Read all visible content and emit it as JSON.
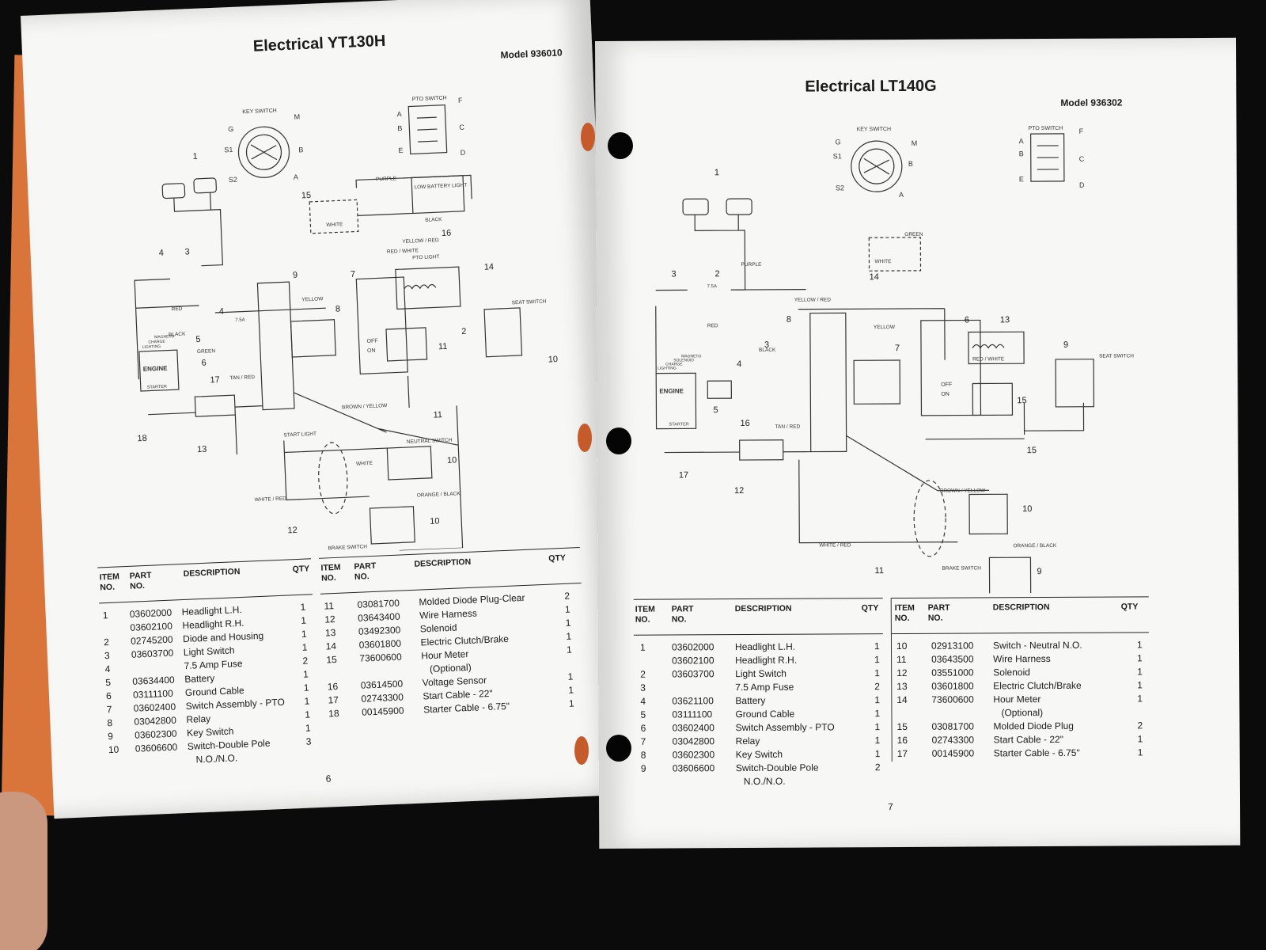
{
  "left_page": {
    "title": "Electrical YT130H",
    "model": "Model 936010",
    "page_number": "6",
    "diagram_labels": {
      "key_switch": "KEY SWITCH",
      "pto_switch": "PTO SWITCH",
      "low_battery_light": "LOW BATTERY LIGHT",
      "purple": "PURPLE",
      "white": "WHITE",
      "black": "BLACK",
      "yellow_red": "YELLOW / RED",
      "red_white": "RED / WHITE",
      "pto_light": "PTO LIGHT",
      "yellow": "YELLOW",
      "red": "RED",
      "green": "GREEN",
      "tan_red": "TAN / RED",
      "brown_yellow": "BROWN / YELLOW",
      "start_light": "START LIGHT",
      "neutral_switch": "NEUTRAL SWITCH",
      "white_red": "WHITE / RED",
      "orange_black": "ORANGE / BLACK",
      "brake_switch": "BRAKE SWITCH",
      "seat_switch": "SEAT SWITCH",
      "engine": "ENGINE",
      "starter": "STARTER",
      "off": "OFF",
      "on": "ON",
      "fuse_75a": "7.5A",
      "lighting": "LIGHTING",
      "charge": "CHARGE",
      "magneto": "MAGNETO",
      "k_g": "G",
      "k_m": "M",
      "k_s1": "S1",
      "k_b": "B",
      "k_s2": "S2",
      "k_a": "A",
      "p_a": "A",
      "p_b": "B",
      "p_c": "C",
      "p_d": "D",
      "p_e": "E",
      "p_f": "F",
      "callouts": [
        "1",
        "2",
        "3",
        "4",
        "4",
        "5",
        "6",
        "7",
        "8",
        "9",
        "10",
        "10",
        "10",
        "11",
        "11",
        "12",
        "13",
        "14",
        "15",
        "16",
        "17",
        "18"
      ]
    },
    "table_headers": {
      "item": "ITEM\nNO.",
      "part": "PART\nNO.",
      "description": "DESCRIPTION",
      "qty": "QTY"
    },
    "parts_col1": [
      {
        "item": "1",
        "part": "03602000",
        "desc": "Headlight L.H.",
        "qty": "1"
      },
      {
        "item": "",
        "part": "03602100",
        "desc": "Headlight R.H.",
        "qty": "1"
      },
      {
        "item": "2",
        "part": "02745200",
        "desc": "Diode and Housing",
        "qty": "1"
      },
      {
        "item": "3",
        "part": "03603700",
        "desc": "Light Switch",
        "qty": "1"
      },
      {
        "item": "4",
        "part": "",
        "desc": "7.5 Amp Fuse",
        "qty": "2"
      },
      {
        "item": "5",
        "part": "03634400",
        "desc": "Battery",
        "qty": "1"
      },
      {
        "item": "6",
        "part": "03111100",
        "desc": "Ground Cable",
        "qty": "1"
      },
      {
        "item": "7",
        "part": "03602400",
        "desc": "Switch Assembly - PTO",
        "qty": "1"
      },
      {
        "item": "8",
        "part": "03042800",
        "desc": "Relay",
        "qty": "1"
      },
      {
        "item": "9",
        "part": "03602300",
        "desc": "Key Switch",
        "qty": "1"
      },
      {
        "item": "10",
        "part": "03606600",
        "desc": "Switch-Double Pole",
        "qty": "3"
      },
      {
        "item": "",
        "part": "",
        "desc": "N.O./N.O.",
        "qty": ""
      }
    ],
    "parts_col2": [
      {
        "item": "11",
        "part": "03081700",
        "desc": "Molded Diode Plug-Clear",
        "qty": "2"
      },
      {
        "item": "12",
        "part": "03643400",
        "desc": "Wire Harness",
        "qty": "1"
      },
      {
        "item": "13",
        "part": "03492300",
        "desc": "Solenoid",
        "qty": "1"
      },
      {
        "item": "14",
        "part": "03601800",
        "desc": "Electric Clutch/Brake",
        "qty": "1"
      },
      {
        "item": "15",
        "part": "73600600",
        "desc": "Hour Meter",
        "qty": "1"
      },
      {
        "item": "",
        "part": "",
        "desc": "(Optional)",
        "qty": ""
      },
      {
        "item": "16",
        "part": "03614500",
        "desc": "Voltage Sensor",
        "qty": "1"
      },
      {
        "item": "17",
        "part": "02743300",
        "desc": "Start Cable - 22\"",
        "qty": "1"
      },
      {
        "item": "18",
        "part": "00145900",
        "desc": "Starter Cable - 6.75\"",
        "qty": "1"
      }
    ]
  },
  "right_page": {
    "title": "Electrical LT140G",
    "model": "Model 936302",
    "page_number": "7",
    "diagram_labels": {
      "key_switch": "KEY SWITCH",
      "pto_switch": "PTO SWITCH",
      "purple": "PURPLE",
      "green": "GREEN",
      "white": "WHITE",
      "yellow_red": "YELLOW / RED",
      "yellow": "YELLOW",
      "red": "RED",
      "black": "BLACK",
      "red_white": "RED / WHITE",
      "tan_red": "TAN / RED",
      "brown_yellow": "BROWN / YELLOW",
      "white_red": "WHITE / RED",
      "orange_black": "ORANGE / BLACK",
      "brake_switch": "BRAKE SWITCH",
      "seat_switch": "SEAT SWITCH",
      "engine": "ENGINE",
      "starter": "STARTER",
      "off": "OFF",
      "on": "ON",
      "fuse_75a": "7.5A",
      "lighting": "LIGHTING",
      "charge": "CHARGE",
      "solenoid": "SOLENOID",
      "magneto": "MAGNETO",
      "k_g": "G",
      "k_m": "M",
      "k_s1": "S1",
      "k_b": "B",
      "k_s2": "S2",
      "k_a": "A",
      "p_a": "A",
      "p_b": "B",
      "p_c": "C",
      "p_d": "D",
      "p_e": "E",
      "p_f": "F",
      "callouts": [
        "1",
        "2",
        "3",
        "3",
        "4",
        "5",
        "6",
        "7",
        "8",
        "9",
        "9",
        "10",
        "11",
        "12",
        "13",
        "14",
        "15",
        "15",
        "16",
        "17"
      ]
    },
    "table_headers": {
      "item": "ITEM\nNO.",
      "part": "PART\nNO.",
      "description": "DESCRIPTION",
      "qty": "QTY"
    },
    "parts_col1": [
      {
        "item": "1",
        "part": "03602000",
        "desc": "Headlight L.H.",
        "qty": "1"
      },
      {
        "item": "",
        "part": "03602100",
        "desc": "Headlight R.H.",
        "qty": "1"
      },
      {
        "item": "2",
        "part": "03603700",
        "desc": "Light Switch",
        "qty": "1"
      },
      {
        "item": "3",
        "part": "",
        "desc": "7.5 Amp Fuse",
        "qty": "2"
      },
      {
        "item": "4",
        "part": "03621100",
        "desc": "Battery",
        "qty": "1"
      },
      {
        "item": "5",
        "part": "03111100",
        "desc": "Ground Cable",
        "qty": "1"
      },
      {
        "item": "6",
        "part": "03602400",
        "desc": "Switch Assembly - PTO",
        "qty": "1"
      },
      {
        "item": "7",
        "part": "03042800",
        "desc": "Relay",
        "qty": "1"
      },
      {
        "item": "8",
        "part": "03602300",
        "desc": "Key Switch",
        "qty": "1"
      },
      {
        "item": "9",
        "part": "03606600",
        "desc": "Switch-Double Pole",
        "qty": "2"
      },
      {
        "item": "",
        "part": "",
        "desc": "N.O./N.O.",
        "qty": ""
      }
    ],
    "parts_col2": [
      {
        "item": "10",
        "part": "02913100",
        "desc": "Switch - Neutral N.O.",
        "qty": "1"
      },
      {
        "item": "11",
        "part": "03643500",
        "desc": "Wire Harness",
        "qty": "1"
      },
      {
        "item": "12",
        "part": "03551000",
        "desc": "Solenoid",
        "qty": "1"
      },
      {
        "item": "13",
        "part": "03601800",
        "desc": "Electric Clutch/Brake",
        "qty": "1"
      },
      {
        "item": "14",
        "part": "73600600",
        "desc": "Hour Meter",
        "qty": "1"
      },
      {
        "item": "",
        "part": "",
        "desc": "(Optional)",
        "qty": ""
      },
      {
        "item": "15",
        "part": "03081700",
        "desc": "Molded Diode Plug",
        "qty": "2"
      },
      {
        "item": "16",
        "part": "02743300",
        "desc": "Start Cable - 22\"",
        "qty": "1"
      },
      {
        "item": "17",
        "part": "00145900",
        "desc": "Starter Cable - 6.75\"",
        "qty": "1"
      }
    ]
  }
}
